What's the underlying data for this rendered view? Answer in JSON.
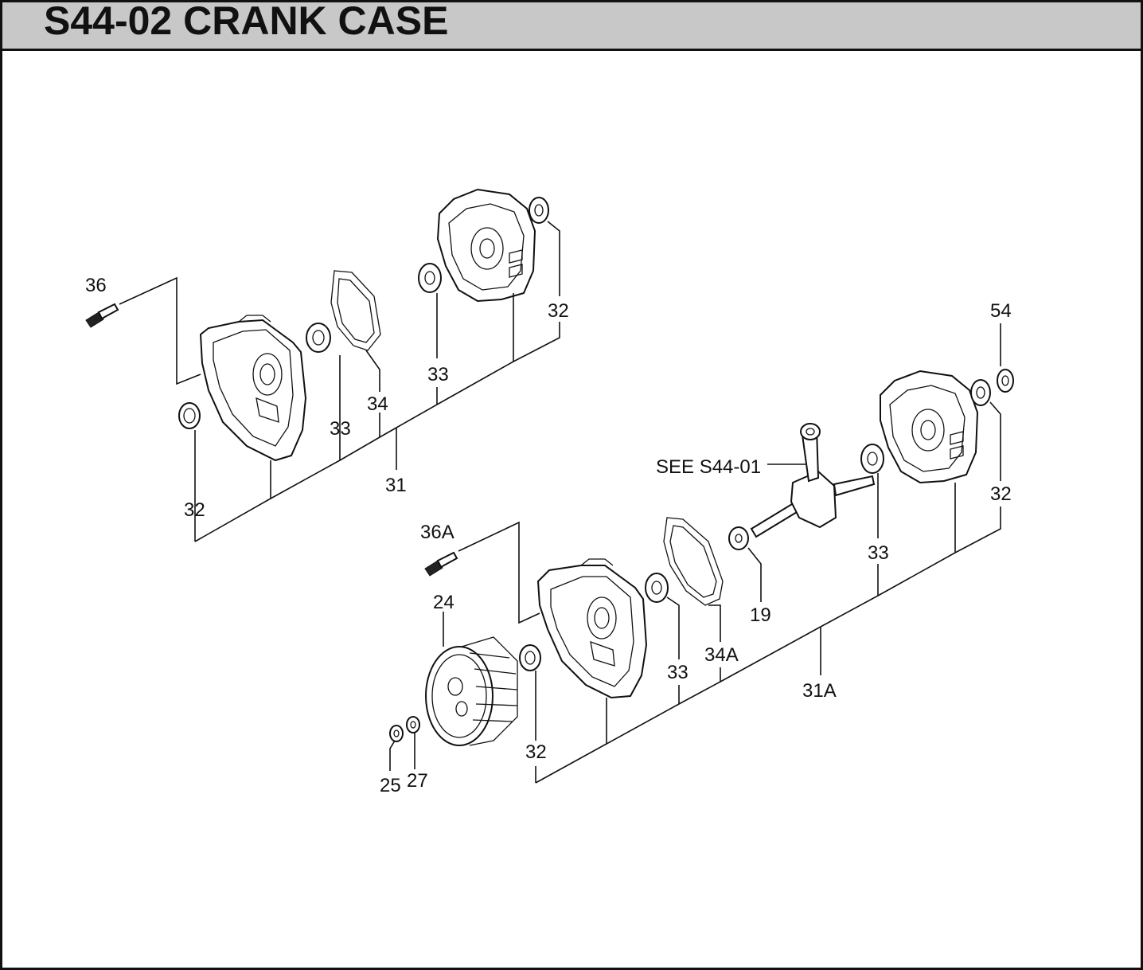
{
  "title": "S44-02 CRANK CASE",
  "see_note": "SEE  S44-01",
  "callouts": {
    "c36": "36",
    "c32_top": "32",
    "c33_a": "33",
    "c34": "34",
    "c33_b": "33",
    "c31": "31",
    "c32_left": "32",
    "c54": "54",
    "c32_right": "32",
    "c33_right": "33",
    "c19": "19",
    "c36a": "36A",
    "c24": "24",
    "c34a": "34A",
    "c33_c": "33",
    "c31a": "31A",
    "c32_bottom": "32",
    "c25": "25",
    "c27": "27"
  }
}
